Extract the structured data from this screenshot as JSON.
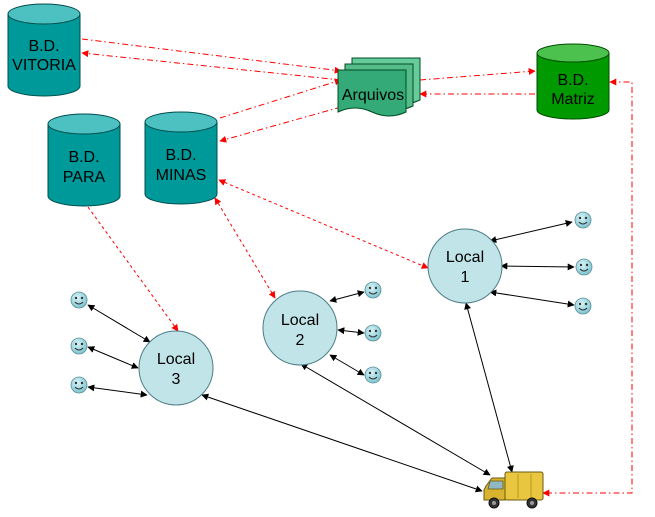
{
  "databases": {
    "vitoria": {
      "line1": "B.D.",
      "line2": "VITORIA"
    },
    "para": {
      "line1": "B.D.",
      "line2": "PARA"
    },
    "minas": {
      "line1": "B.D.",
      "line2": "MINAS"
    },
    "matriz": {
      "line1": "B.D.",
      "line2": "Matriz"
    }
  },
  "documents": {
    "label": "Arquivos"
  },
  "locals": {
    "local1": {
      "line1": "Local",
      "line2": "1"
    },
    "local2": {
      "line1": "Local",
      "line2": "2"
    },
    "local3": {
      "line1": "Local",
      "line2": "3"
    }
  },
  "colors": {
    "teal_db": "#009999",
    "green_db": "#009900",
    "local_fill": "#c0e4e8",
    "smiley": "#99d6df",
    "dashed_link": "#ff0000",
    "solid_link": "#000000",
    "truck": "#e8c640"
  },
  "icons": {
    "user": "smiley-icon",
    "transport": "truck-icon"
  }
}
